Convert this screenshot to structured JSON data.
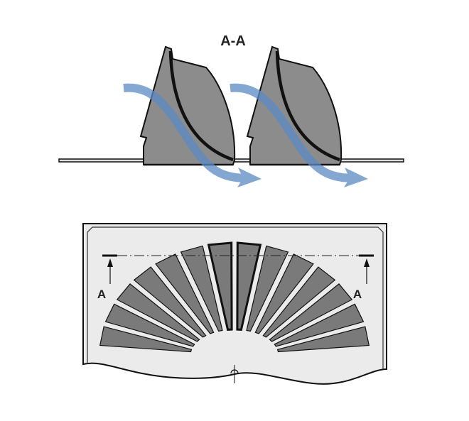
{
  "section_view": {
    "title": "A-A",
    "blade_count": 2
  },
  "plan_view": {
    "section_marker_left": "A",
    "section_marker_right": "A",
    "blade_count": 14
  },
  "colors": {
    "blade_fill": "#8c8c8c",
    "plan_blade_fill": "#7a7a7a",
    "panel_fill": "#ebebeb",
    "airflow": "#5b8ac4",
    "outline": "#111111"
  }
}
